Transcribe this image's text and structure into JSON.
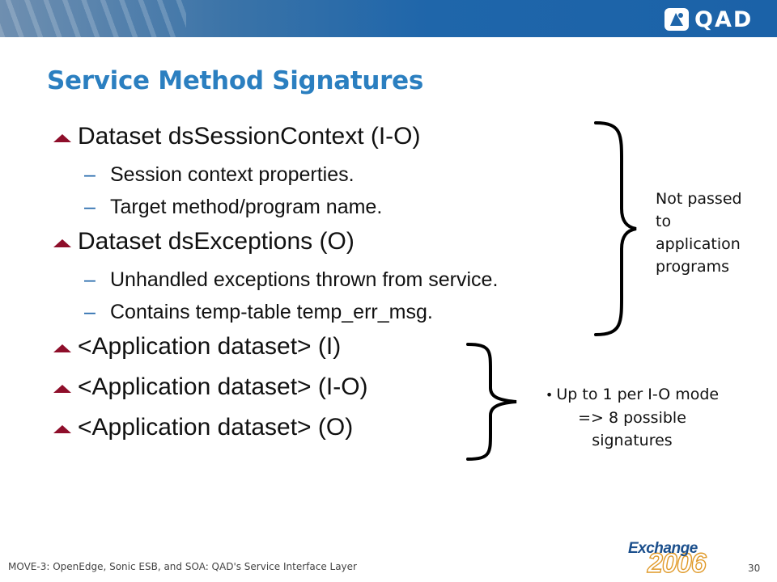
{
  "header": {
    "logo_text": "QAD",
    "brand_color": "#1f66aa"
  },
  "slide": {
    "title": "Service Method Signatures",
    "bullets": [
      {
        "text": "Dataset dsSessionContext (I-O)",
        "subs": [
          "Session context properties.",
          "Target method/program name."
        ]
      },
      {
        "text": "Dataset dsExceptions (O)",
        "subs": [
          "Unhandled exceptions thrown from service.",
          "Contains temp-table temp_err_msg."
        ]
      },
      {
        "text": "<Application dataset> (I)"
      },
      {
        "text": "<Application dataset> (I-O)"
      },
      {
        "text": "<Application dataset> (O)"
      }
    ],
    "sub_dash": "–",
    "note_top": [
      "Not passed",
      "to",
      "application",
      "programs"
    ],
    "note_bottom": {
      "bullet": "•",
      "lines": [
        "Up to 1 per I-O mode",
        "=> 8 possible",
        "signatures"
      ]
    }
  },
  "footer": {
    "text": "MOVE-3: OpenEdge, Sonic ESB, and SOA: QAD's Service Interface Layer",
    "page_number": "30",
    "event_logo_word": "Exchange",
    "event_logo_year": "2006"
  },
  "colors": {
    "title": "#2b7fc0",
    "bullet_triangle": "#8e0e2a",
    "dash": "#1f66aa"
  }
}
